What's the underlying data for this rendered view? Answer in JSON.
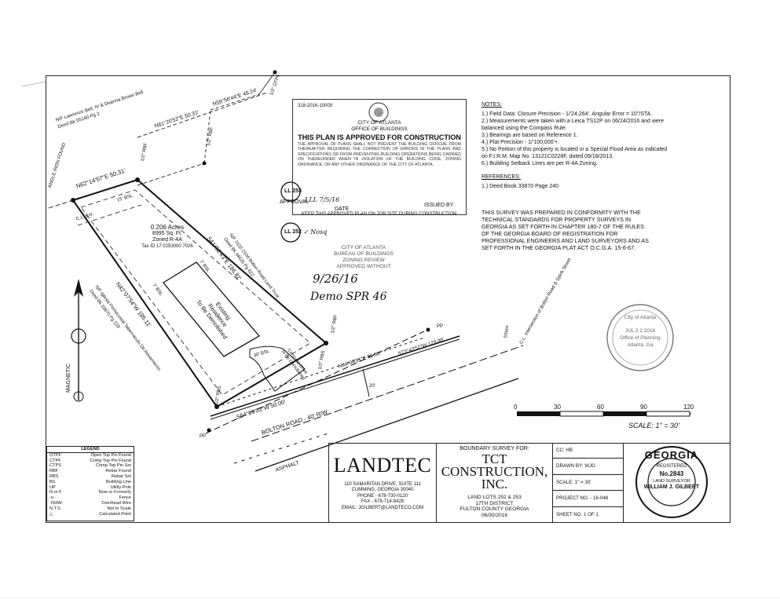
{
  "notes": {
    "heading": "NOTES:",
    "items": [
      "1.) Field Data: Closure Precision - 1/'24,264'. Angular Error = 10\"/STA.",
      "2.) Measurements were taken with a Leica TS12P on 06/24/2016 and were balanced using the Compass Rule.",
      "3.) Bearings are based on Reference 1.",
      "4.) Plat Precision - 1/'100,000'+.",
      "5.) No Portion of this property is located in a Special Flood Area as indicated on F.I.R.M. Map No. 13121C0228F, dated 09/18/2013.",
      "6.) Building Setback Lines are per R-4A Zoning."
    ],
    "references_heading": "REFERENCES:",
    "references": [
      "1.) Deed Book 33870 Page 240"
    ]
  },
  "certification": "THIS SURVEY WAS PREPARED IN CONFORMITY WITH THE TECHNICAL STANDARDS FOR PROPERTY SURVEYS IN GEORGIA AS SET FORTH IN CHAPTER 180-7 OF THE RULES OF THE GEORGIA BOARD OF REGISTRATION FOR PROFESSIONAL ENGINEERS AND LAND SURVEYORS AND AS SET FORTH IN THE GEORGIA PLAT ACT O.C.G.A. 15-6-67.",
  "approval_stamp": {
    "number": "318-2016-10009",
    "city": "CITY OF ATLANTA",
    "office": "OFFICE OF BUILDINGS",
    "headline": "THIS PLAN IS APPROVED FOR CONSTRUCTION",
    "fine_print": "THE APPROVAL OF PLANS SHALL NOT PREVENT THE BUILDING OFFICIAL FROM THEREAFTER REQUIRING THE CORRECTION OF ERRORS IN THE PLANS AND SPECIFICATIONS OR FROM PREVENTING BUILDING OPERATIONS BEING CARRIED ON THEREUNDER WHEN IN VIOLATION OF THE BUILDING CODE, ZONING ORDINANCE, OR ANY OTHER ORDINANCE OF THE CITY OF ATLANTA.",
    "approval_line": "APPROVAL",
    "date_label": "DATE",
    "issued_by": "ISSUED BY",
    "keep_note": "KEEP THIS APPROVED PLAN ON JOB SITE DURING CONSTRUCTION",
    "ll_top": "LL 253",
    "ll_bottom": "LL 252",
    "handwritten_date": "LLL 7/5/16",
    "handwritten_note": "✓ Nosq"
  },
  "zoning_stamp": {
    "lines": [
      "CITY OF ATLANTA",
      "BUREAU OF BUILDINGS",
      "ZONING REVIEW",
      "APPROVED WITHOUT"
    ],
    "hand_date": "9/26/16",
    "hand_note": "Demo SPR 46"
  },
  "planning_seal": {
    "top": "City of Atlanta",
    "date": "JUL 2 2 2016",
    "bottom": "Office of Planning",
    "city": "Atlanta, Ga"
  },
  "lot": {
    "acres": "0.206 Acres",
    "sqft": "8995 Sq. Ft.",
    "zoned": "Zoned R-4A",
    "tax_id": "Tax ID 17 0253000 7026",
    "residence": [
      "Existing",
      "Residence",
      "To Be Demolished"
    ],
    "drive": [
      "Concrete Drive",
      "To Be Demolished"
    ]
  },
  "labels": {
    "nw_owner": "N/F Lawrence Bell, IV & Deanna Brown Bell",
    "nw_deed": "Deed Bk 55160 Pg 2",
    "ne_owner": "N/F 2102-2104 Bolton Road Land Trust",
    "ne_deed": "Deed Bk 44626 Pg 622",
    "sw_owner": "N/F Iglesia Pentecostal Tabernaculo De Avivamiento",
    "sw_deed": "Deed Bk 33870 Pg 229",
    "angle_iron": "ANGLE IRON FOUND",
    "north_bearing": "N62°14'57\"E 50.31'",
    "north_bearing2": "N61°20'52\"E 50.31'",
    "north_bearing3": "N59°56'44\"E 48.24'",
    "east_bearing": "S41°52'43\"E 186.82'",
    "west_bearing": "N42°07'54\"W 185.11'",
    "south_bearing": "S64°29'03\"W 50.00'",
    "south_bearing2": "N64°08'51\"E 50.00'",
    "tie_bearing": "S73°43'57\"W 129.99'",
    "road": "BOLTON ROAD - 40' R/W",
    "asphalt": "ASPHALT",
    "intersection": "C.L. Intersection of Bolton Road & Spink Street",
    "rbf": "1/2\" RBF",
    "rbs": "1/2\" RBS",
    "otpf": "1/2\" OTPF",
    "bsl_15": "15' BSL",
    "bsl_7": "7' BSL",
    "bsl_30": "30' BSL",
    "cl_ext": "C.L. Ext.",
    "twenty": "20'",
    "pp": "PP",
    "ss": "SSMH",
    "magnetic": "MAGNETIC"
  },
  "scale": {
    "ticks": [
      "0",
      "30",
      "60",
      "90",
      "120"
    ],
    "label": "SCALE: 1\" = 30'"
  },
  "legend": {
    "title": "LEGEND",
    "rows": [
      [
        "OTPF",
        "Open Top Pin Found"
      ],
      [
        "CTPF",
        "Crimp Top Pin Found"
      ],
      [
        "CTPS",
        "Crimp Top Pin Set"
      ],
      [
        "RBF",
        "Rebar Found"
      ],
      [
        "RBS",
        "Rebar Set"
      ],
      [
        "B/L",
        "Building Line"
      ],
      [
        "UP",
        "Utility Pole"
      ],
      [
        "N or F",
        "Now or Formerly"
      ],
      [
        "-x-",
        "Fence"
      ],
      [
        "-OHW-",
        "Overhead Wire"
      ],
      [
        "N.T.S.",
        "Not to Scale"
      ],
      [
        "△",
        "Calculated Point"
      ]
    ]
  },
  "firm": {
    "name": "LANDTEC",
    "address": [
      "110 SAMARITAN DRIVE, SUITE 111",
      "CUMMING, GEORGIA 30040",
      "PHONE - 678-730-0120",
      "FAX - 678-714-8428",
      "EMAIL: JGILBERT@LANDTECO.COM"
    ]
  },
  "survey": {
    "title": "BOUNDARY SURVEY FOR:",
    "client": [
      "TCT",
      "CONSTRUCTION,",
      "INC."
    ],
    "details": [
      "LAND LOTS 252 & 253",
      "17TH DISTRICT",
      "FULTON COUNTY GEORGIA",
      "06/30/2016"
    ]
  },
  "sheet_info": [
    "CC: HB",
    "DRAWN BY: WJG",
    "SCALE: 1\" = 30'",
    "PROJECT NO. - 16-048",
    "SHEET NO. 1 OF 1"
  ],
  "seal": {
    "state": "GEORGIA",
    "registered": "REGISTERED",
    "number": "No.2843",
    "role": "LAND SURVEYOR",
    "name": "WILLIAM J. GILBERT"
  }
}
